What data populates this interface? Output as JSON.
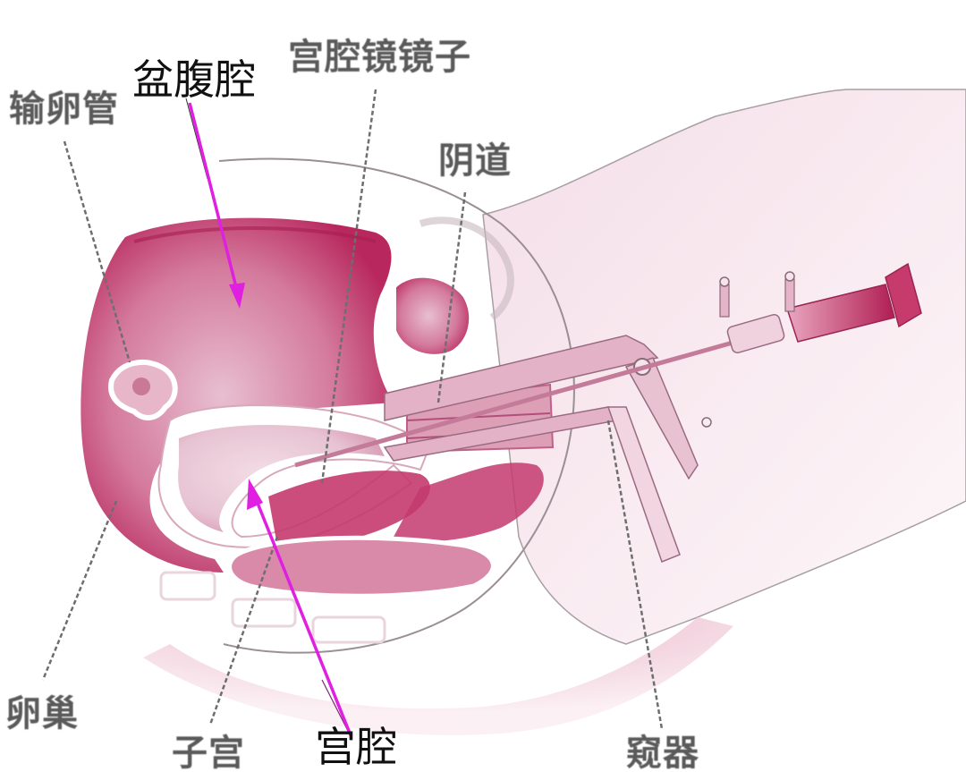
{
  "diagram": {
    "subject": "Hysteroscopy sagittal anatomy illustration",
    "colors": {
      "tissue_dark": "#b8285e",
      "tissue_mid": "#cc5a86",
      "tissue_light": "#e6b9cc",
      "skin_light": "#f6e6ee",
      "outline": "#8a7f84",
      "arrow_magenta": "#e020e0",
      "label_gray": "#5a5a5a",
      "label_black": "#111111"
    },
    "labels": {
      "pelvic_cavity": "盆腹腔",
      "hysteroscope": "宫腔镜镜子",
      "fallopian_tube": "输卵管",
      "vagina": "阴道",
      "ovary": "卵巢",
      "uterus": "子宫",
      "uterine_cavity": "宫腔",
      "speculum": "窥器"
    },
    "arrows": [
      {
        "from": "pelvic_cavity",
        "to": "pelvic cavity region",
        "color": "#e020e0"
      },
      {
        "from": "uterine_cavity",
        "to": "uterine cavity region",
        "color": "#e020e0"
      }
    ]
  }
}
